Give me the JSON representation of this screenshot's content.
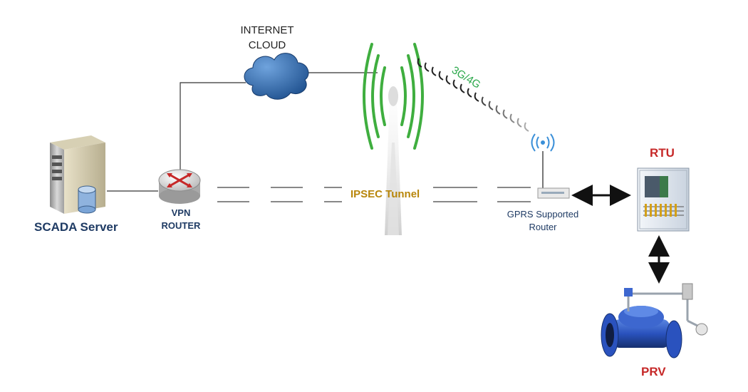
{
  "diagram": {
    "internet_cloud_line1": "INTERNET",
    "internet_cloud_line2": "CLOUD",
    "network_label": "3G/4G",
    "scada_server": "SCADA Server",
    "vpn_router_line1": "VPN",
    "vpn_router_line2": "ROUTER",
    "tunnel": "IPSEC Tunnel",
    "gprs_router_line1": "GPRS Supported",
    "gprs_router_line2": "Router",
    "rtu": "RTU",
    "prv": "PRV"
  },
  "colors": {
    "label_dark_blue": "#1f3b64",
    "label_red": "#c62828",
    "label_green": "#2aa84a",
    "tunnel_label": "#b8860b",
    "cloud_fill": "#2b5f9e",
    "antenna_waves": "#3fae3f",
    "valve_blue": "#2a52be"
  },
  "icons": [
    "server-icon",
    "database-icon",
    "router-icon",
    "cloud-icon",
    "cell-tower-icon",
    "wifi-icon",
    "gprs-router-icon",
    "rtu-cabinet-icon",
    "valve-icon"
  ]
}
